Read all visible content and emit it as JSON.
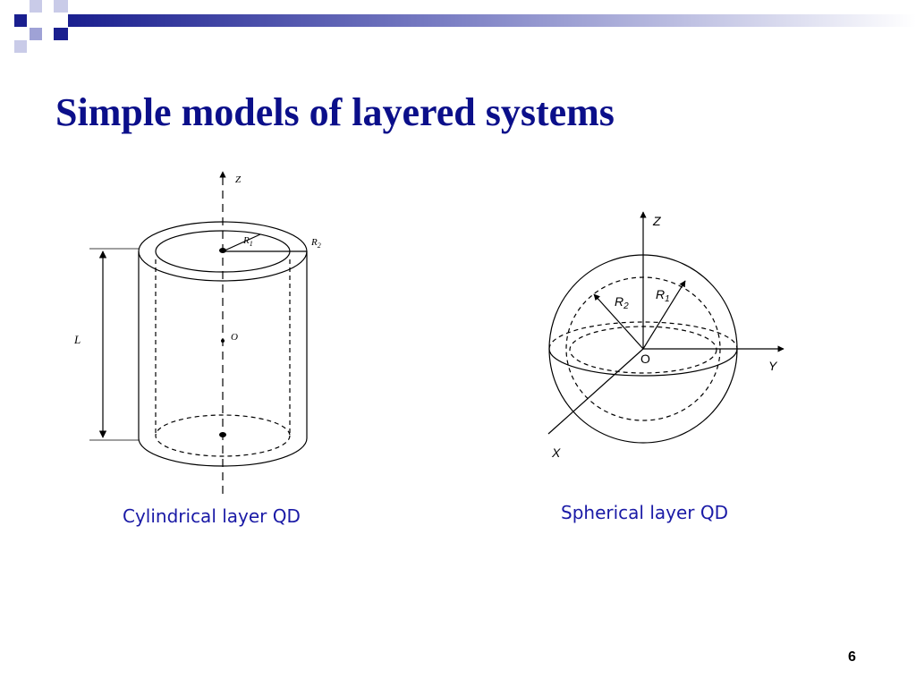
{
  "slide": {
    "title": "Simple models of layered systems",
    "page_number": "6",
    "accent_color": "#0b0f8a",
    "caption_color": "#1a1aa6"
  },
  "cylinder": {
    "caption": "Cylindrical layer QD",
    "axis_label": "Z",
    "inner_radius_label": "R",
    "inner_radius_sub": "1",
    "outer_radius_label": "R",
    "outer_radius_sub": "2",
    "length_label": "L",
    "origin_label": "O"
  },
  "sphere": {
    "caption": "Spherical layer QD",
    "z_label": "Z",
    "y_label": "Y",
    "x_label": "X",
    "origin_label": "O",
    "inner_radius_label": "R",
    "inner_radius_sub": "1",
    "outer_radius_label": "R",
    "outer_radius_sub": "2"
  }
}
